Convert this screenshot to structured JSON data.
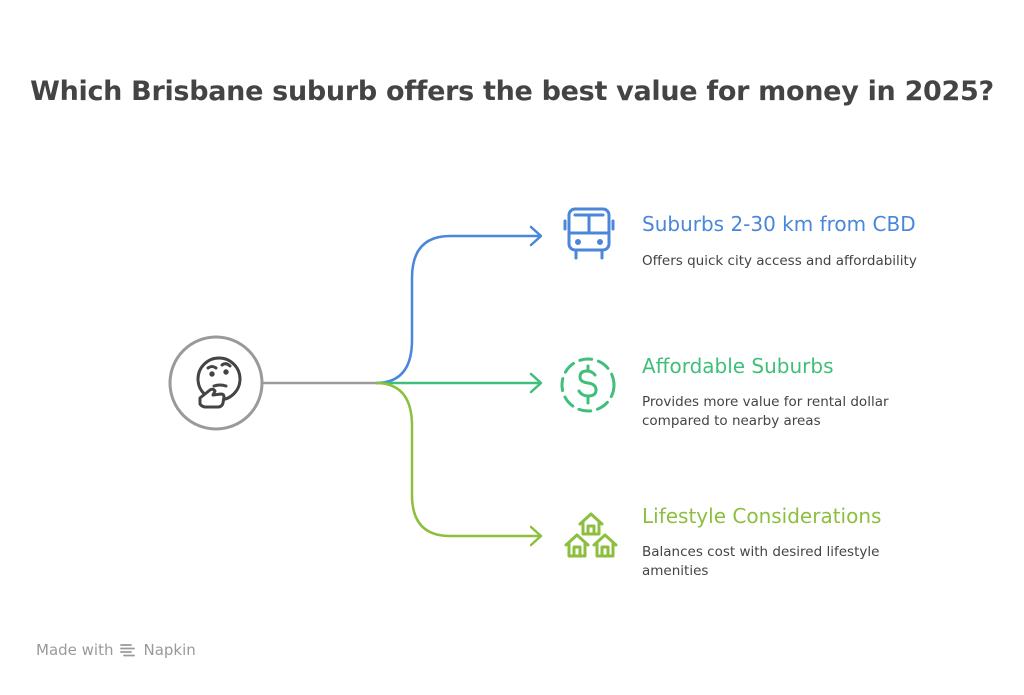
{
  "title": "Which Brisbane suburb offers the best value for money in 2025?",
  "center": {
    "icon": "thinking-face-icon"
  },
  "branches": [
    {
      "title": "Suburbs 2-30 km from CBD",
      "description": "Offers quick city access and affordability",
      "icon": "bus-icon",
      "color": "#4a86d9"
    },
    {
      "title": "Affordable Suburbs",
      "description": "Provides more value for rental dollar compared to nearby areas",
      "icon": "dollar-circle-icon",
      "color": "#3fbf7a"
    },
    {
      "title": "Lifestyle Considerations",
      "description": "Balances cost with desired lifestyle amenities",
      "icon": "houses-icon",
      "color": "#8cbf3f"
    }
  ],
  "watermark": {
    "prefix": "Made with",
    "brand": "Napkin"
  }
}
